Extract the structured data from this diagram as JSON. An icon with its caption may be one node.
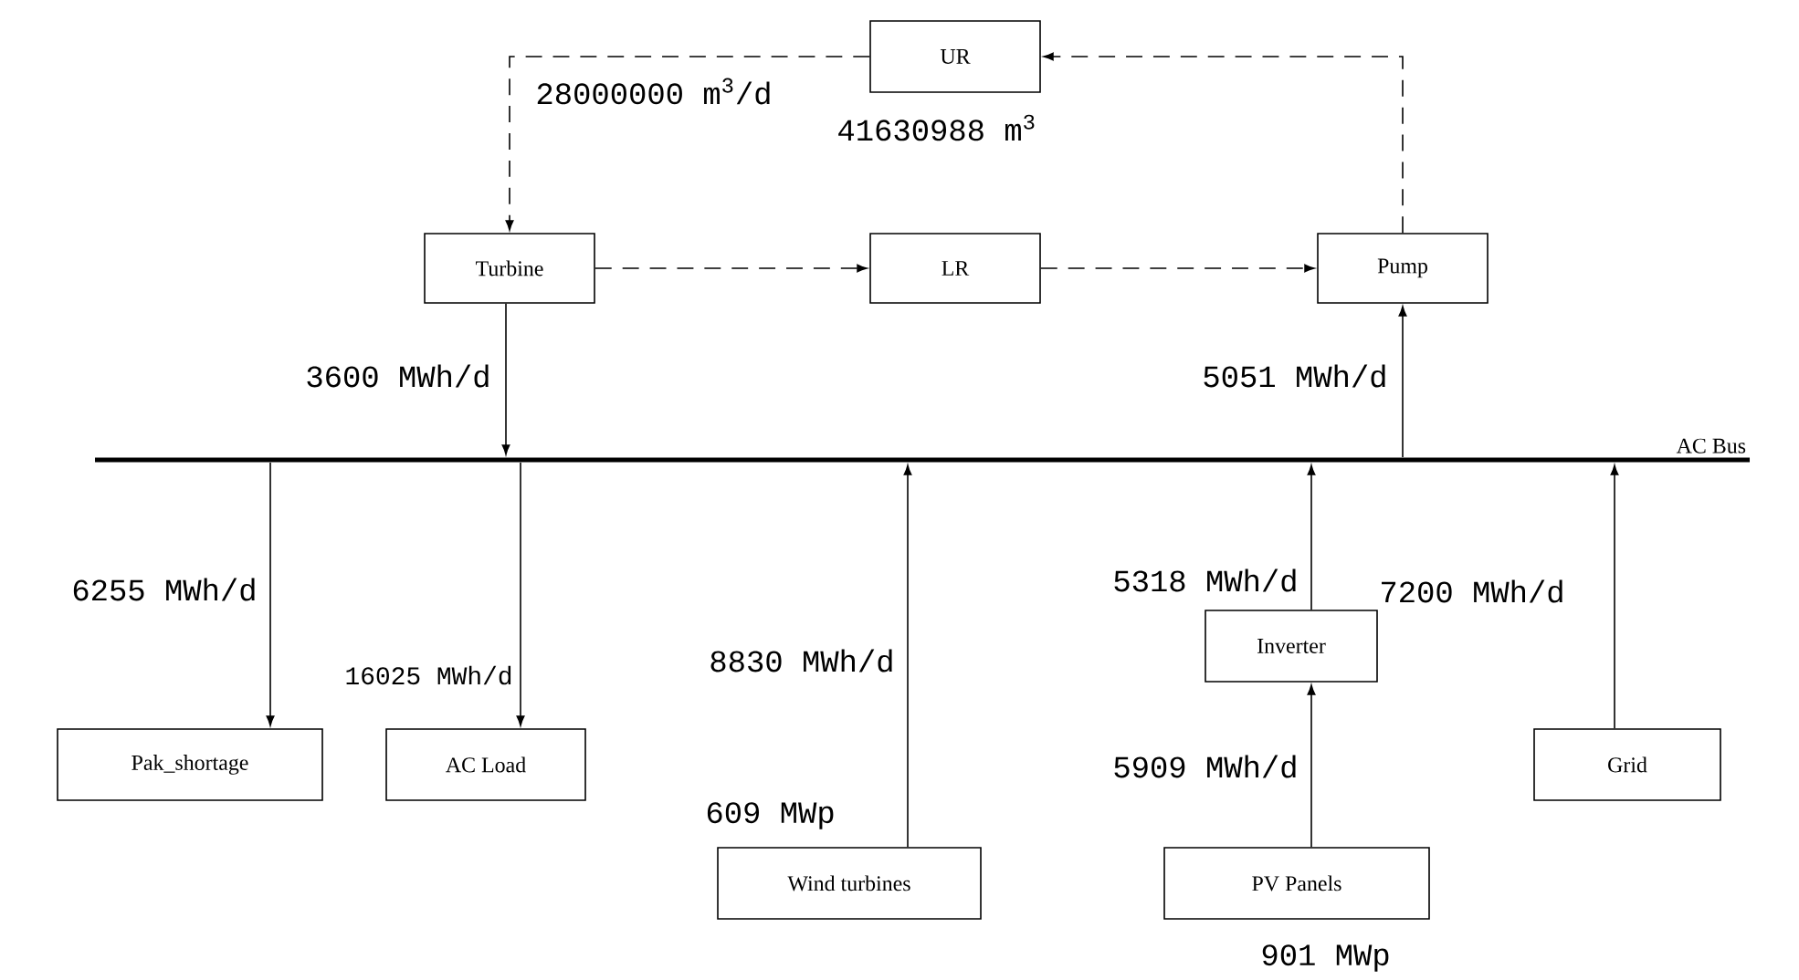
{
  "diagram": {
    "nodes": [
      {
        "text": [
          "UR"
        ],
        "beside": [
          "41630988 m$^{3}$"
        ]
      },
      {
        "text": [
          "Turbine"
        ]
      },
      {
        "text": [
          "LR"
        ]
      },
      {
        "text": [
          "Pump"
        ]
      },
      {
        "text": [
          "AC Bus"
        ]
      },
      {
        "text": [
          "Pak_shortage"
        ]
      },
      {
        "text": [
          "AC Load"
        ]
      },
      {
        "text": [
          "Wind turbines"
        ],
        "beside": [
          "609 MWp"
        ]
      },
      {
        "text": [
          "Inverter"
        ]
      },
      {
        "text": [
          "PV Panels"
        ],
        "beside": [
          "901 MWp"
        ]
      },
      {
        "text": [
          "Grid"
        ]
      }
    ],
    "edges": [
      {
        "from": 0,
        "to": 1,
        "arrow": "to",
        "style": "dashed",
        "label": "28000000 m$^{3}$/d"
      },
      {
        "from": 1,
        "to": 2,
        "arrow": "to",
        "style": "dashed"
      },
      {
        "from": 2,
        "to": 3,
        "arrow": "to",
        "style": "dashed"
      },
      {
        "from": 3,
        "to": 0,
        "arrow": "to",
        "style": "dashed"
      },
      {
        "from": 1,
        "to": 4,
        "arrow": "to",
        "label": "3600 MWh/d"
      },
      {
        "from": 4,
        "to": 3,
        "arrow": "to",
        "label": "5051 MWh/d"
      },
      {
        "from": 4,
        "to": 5,
        "arrow": "to",
        "label": "6255 MWh/d"
      },
      {
        "from": 4,
        "to": 6,
        "arrow": "to",
        "label": "16025 MWh/d"
      },
      {
        "from": 7,
        "to": 4,
        "arrow": "to",
        "label": "8830 MWh/d"
      },
      {
        "from": 8,
        "to": 4,
        "arrow": "to",
        "label": "5318 MWh/d"
      },
      {
        "from": 9,
        "to": 8,
        "arrow": "to",
        "label": "5909 MWh/d"
      },
      {
        "from": 10,
        "to": 4,
        "arrow": "to",
        "label": "7200 MWh/d"
      }
    ]
  }
}
